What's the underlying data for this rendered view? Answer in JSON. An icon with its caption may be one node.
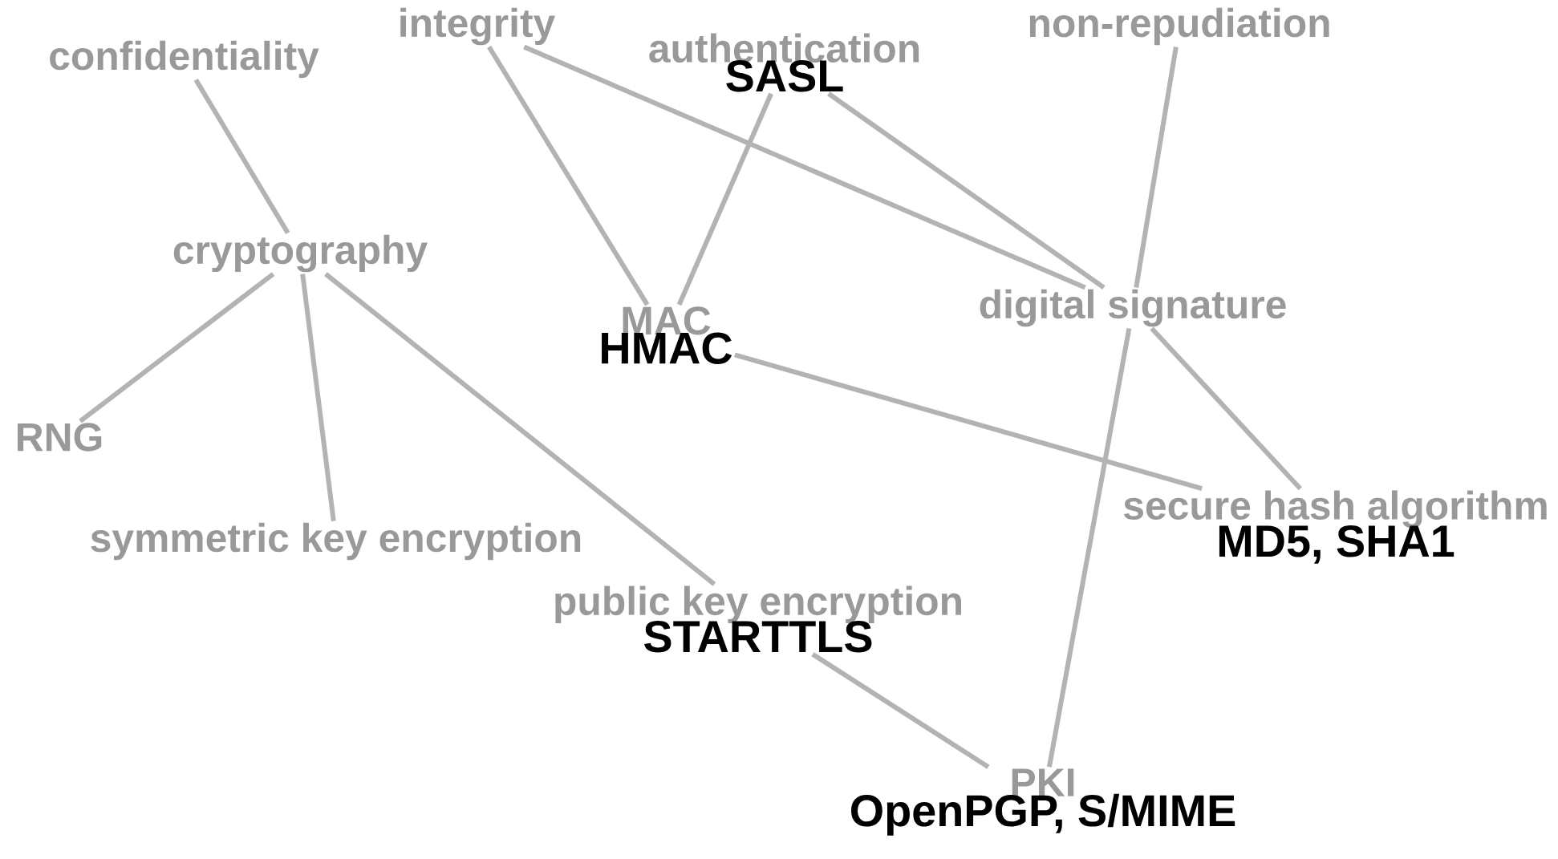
{
  "diagram": {
    "nodes": [
      {
        "text": [
          "confidentiality"
        ]
      },
      {
        "text": [
          "integrity"
        ]
      },
      {
        "text": [
          "authentication",
          "SASL"
        ]
      },
      {
        "text": [
          "non-repudiation"
        ]
      },
      {
        "text": [
          "cryptography"
        ]
      },
      {
        "text": [
          "MAC",
          "HMAC"
        ]
      },
      {
        "text": [
          "digital signature"
        ]
      },
      {
        "text": [
          "RNG"
        ]
      },
      {
        "text": [
          "symmetric key encryption"
        ]
      },
      {
        "text": [
          "public key encryption",
          "STARTTLS"
        ]
      },
      {
        "text": [
          "secure hash algorithm",
          "MD5, SHA1"
        ]
      },
      {
        "text": [
          "PKI",
          "OpenPGP, S/MIME"
        ]
      }
    ],
    "edges": [
      {
        "from": 0,
        "to": 4,
        "arrow": "none"
      },
      {
        "from": 4,
        "to": 7,
        "arrow": "none"
      },
      {
        "from": 4,
        "to": 8,
        "arrow": "none"
      },
      {
        "from": 4,
        "to": 9,
        "arrow": "none"
      },
      {
        "from": 1,
        "to": 5,
        "arrow": "none"
      },
      {
        "from": 2,
        "to": 5,
        "arrow": "none"
      },
      {
        "from": 1,
        "to": 6,
        "arrow": "none"
      },
      {
        "from": 2,
        "to": 6,
        "arrow": "none"
      },
      {
        "from": 3,
        "to": 6,
        "arrow": "none"
      },
      {
        "from": 5,
        "to": 10,
        "arrow": "none"
      },
      {
        "from": 6,
        "to": 10,
        "arrow": "none"
      },
      {
        "from": 6,
        "to": 11,
        "arrow": "none"
      },
      {
        "from": 9,
        "to": 11,
        "arrow": "none"
      }
    ]
  }
}
